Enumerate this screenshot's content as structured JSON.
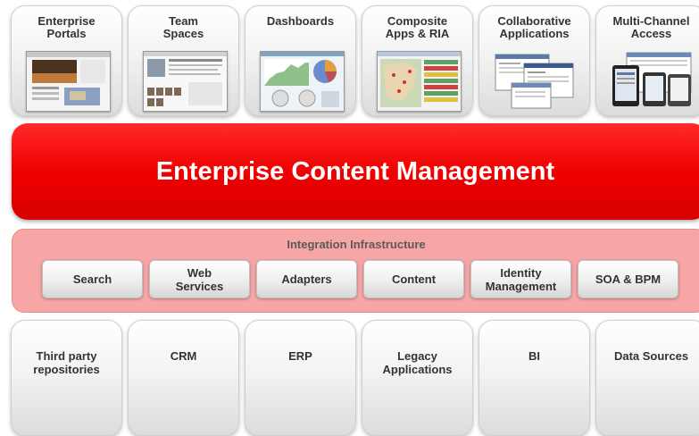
{
  "channels": [
    {
      "label": "Enterprise\nPortals",
      "icon": "portal-screenshot-icon"
    },
    {
      "label": "Team\nSpaces",
      "icon": "team-spaces-screenshot-icon"
    },
    {
      "label": "Dashboards",
      "icon": "dashboard-screenshot-icon"
    },
    {
      "label": "Composite\nApps & RIA",
      "icon": "composite-apps-screenshot-icon"
    },
    {
      "label": "Collaborative\nApplications",
      "icon": "collaborative-apps-screenshot-icon"
    },
    {
      "label": "Multi-Channel\nAccess",
      "icon": "multi-channel-devices-icon"
    }
  ],
  "ecm": {
    "title": "Enterprise Content Management",
    "color": "#f00000"
  },
  "infrastructure": {
    "title": "Integration Infrastructure",
    "color": "#f7a6a6",
    "items": [
      "Search",
      "Web\nServices",
      "Adapters",
      "Content",
      "Identity\nManagement",
      "SOA & BPM"
    ]
  },
  "sources": [
    "Third party\nrepositories",
    "CRM",
    "ERP",
    "Legacy\nApplications",
    "BI",
    "Data Sources"
  ]
}
